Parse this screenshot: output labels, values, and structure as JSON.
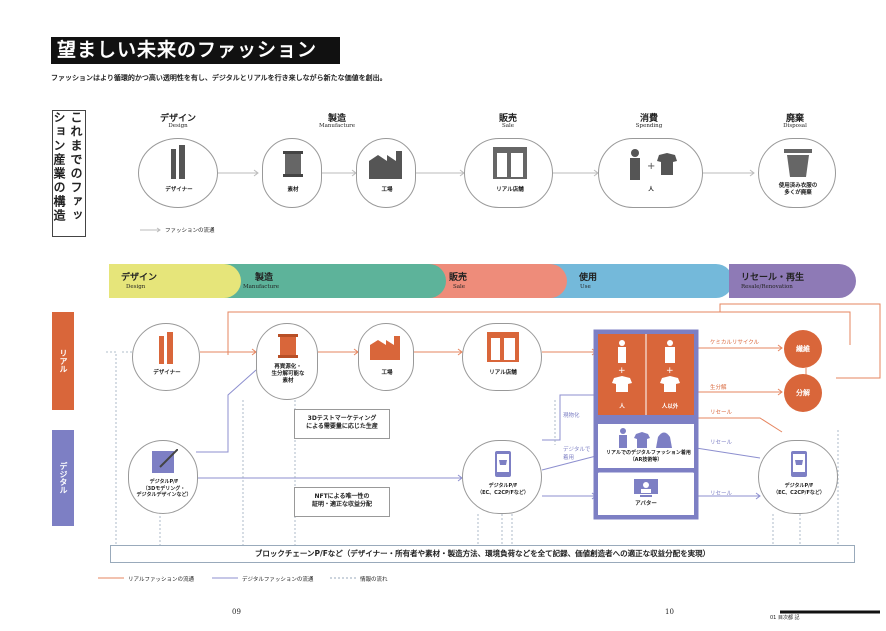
{
  "title": "望ましい未来のファッション",
  "subtitle": "ファッションはより循環的かつ高い透明性を有し、デジタルとリアルを行き来しながら新たな価値を創出。",
  "current_structure": {
    "label": "これまでのファッション産業の構造",
    "stages": [
      {
        "jp": "デザイン",
        "en": "Design",
        "node": "デザイナー"
      },
      {
        "jp": "製造",
        "en": "Manufacture",
        "node": "素材"
      },
      {
        "jp": "",
        "en": "",
        "node": "工場"
      },
      {
        "jp": "販売",
        "en": "Sale",
        "node": "リアル店舗"
      },
      {
        "jp": "消費",
        "en": "Spending",
        "node": "人"
      },
      {
        "jp": "廃棄",
        "en": "Disposal",
        "node": "使用済み衣服の\n多くが廃棄"
      }
    ],
    "legend": "ファッションの流通"
  },
  "bands": [
    {
      "jp": "デザイン",
      "en": "Design",
      "color": "#e6e57a"
    },
    {
      "jp": "製造",
      "en": "Manufacture",
      "color": "#5db39a"
    },
    {
      "jp": "販売",
      "en": "Sale",
      "color": "#ee8c7a"
    },
    {
      "jp": "使用",
      "en": "Use",
      "color": "#74b9da"
    },
    {
      "jp": "リセール・再生",
      "en": "Resale/Renovation",
      "color": "#8e7ab6"
    }
  ],
  "side_labels": {
    "real": "リアル",
    "digital": "デジタル"
  },
  "real_nodes": {
    "designer": "デザイナー",
    "material": "再資源化・\n生分解可能な\n素材",
    "factory": "工場",
    "store": "リアル店舗"
  },
  "digital_nodes": {
    "design_pf": "デジタルP/F\n（3Dモデリング・\nデジタルデザインなど）",
    "sale_pf": "デジタルP/F\n（EC、C2CP/Fなど）",
    "resale_pf": "デジタルP/F\n（EC、C2CP/Fなど）"
  },
  "use_box": {
    "person": "人",
    "non_person": "人以外",
    "real_digital": "リアルでのデジタルファッション着用\n（AR技術等）",
    "avatar": "アバター"
  },
  "callouts": {
    "marketing": "3Dテストマーケティング\nによる需要量に応じた生産",
    "nft": "NFTによる唯一性の\n証明・適正な収益分配"
  },
  "arrow_labels": {
    "physicalize": "現物化",
    "digital_wear": "デジタルで\n着用",
    "chemical": "ケミカルリサイクル",
    "decompose": "生分解",
    "resale1": "リセール",
    "resale2": "リセール",
    "resale3": "リセール"
  },
  "chips": {
    "fiber": "繊維",
    "decomp": "分解"
  },
  "blockchain": "ブロックチェーンP/Fなど（デザイナー・所有者や素材・製造方法、環境負荷などを全て記録、価値創造者への適正な収益分配を実現）",
  "legend": {
    "real": "リアルファッションの流通",
    "digital": "デジタルファッションの流通",
    "info": "情報の流れ"
  },
  "pages": {
    "left": "09",
    "right": "10",
    "footer": "01 目次都 記"
  }
}
